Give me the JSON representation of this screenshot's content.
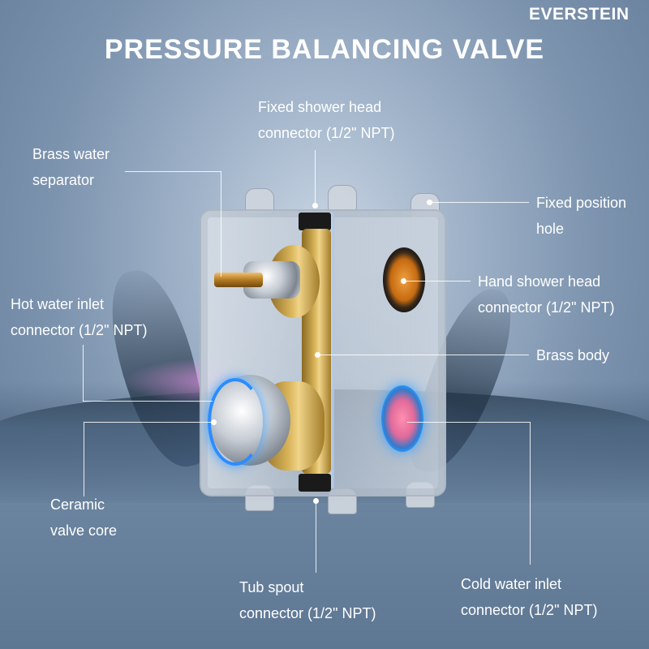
{
  "brand": {
    "logo_text": "EVERSTEIN"
  },
  "header": {
    "title": "PRESSURE BALANCING VALVE"
  },
  "colors": {
    "background_top": "#6a819d",
    "background_center": "#c9d6e4",
    "text": "#ffffff",
    "brass": "#d9b45a",
    "cold_ring": "#2b8cff",
    "hot_glow": "#e696e6"
  },
  "callouts": [
    {
      "id": "fixed-shower-head",
      "line1": "Fixed shower head",
      "line2": "connector (1/2\" NPT)"
    },
    {
      "id": "brass-water-separator",
      "line1": "Brass water",
      "line2": "separator"
    },
    {
      "id": "fixed-position-hole",
      "line1": "Fixed position",
      "line2": "hole"
    },
    {
      "id": "hand-shower-head",
      "line1": "Hand shower head",
      "line2": "connector (1/2\" NPT)"
    },
    {
      "id": "hot-water-inlet",
      "line1": "Hot water inlet",
      "line2": "connector (1/2\" NPT)"
    },
    {
      "id": "brass-body",
      "line1": "Brass body",
      "line2": ""
    },
    {
      "id": "ceramic-valve-core",
      "line1": "Ceramic",
      "line2": "valve core"
    },
    {
      "id": "tub-spout",
      "line1": "Tub spout",
      "line2": "connector (1/2\" NPT)"
    },
    {
      "id": "cold-water-inlet",
      "line1": "Cold water inlet",
      "line2": "connector (1/2\" NPT)"
    }
  ]
}
